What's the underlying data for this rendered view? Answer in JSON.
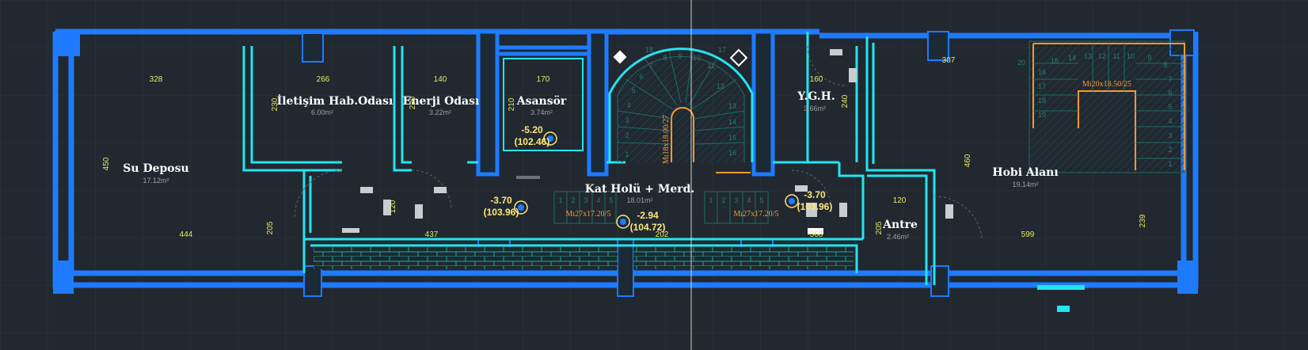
{
  "colors": {
    "background": "#212830",
    "grid": "#2b333c",
    "wall_outer": "#1e7bff",
    "wall_inner": "#22e5f0",
    "dimension_text": "#e8e860",
    "level_text": "#ffe97a",
    "stair_line": "#ff9a2e",
    "stair_hatch": "#1f6e66",
    "room_label": "#ffffff",
    "area_label": "#9aa0a6"
  },
  "rooms": [
    {
      "id": "su-deposu",
      "name": "Su Deposu",
      "area": "17.12m²"
    },
    {
      "id": "iletisim",
      "name": "İletişim Hab.Odası",
      "area": "6.00m²"
    },
    {
      "id": "enerji",
      "name": "Enerji Odası",
      "area": "3.22m²"
    },
    {
      "id": "asansor",
      "name": "Asansör",
      "area": "3.74m²"
    },
    {
      "id": "kat-holu",
      "name": "Kat Holü + Merd.",
      "area": "18.01m²"
    },
    {
      "id": "ygh",
      "name": "Y.G.H.",
      "area": "3.66m²"
    },
    {
      "id": "hobi",
      "name": "Hobi Alanı",
      "area": "19.14m²"
    },
    {
      "id": "antre",
      "name": "Antre",
      "area": "2.46m²"
    }
  ],
  "dimensions": [
    "328",
    "266",
    "140",
    "170",
    "160",
    "307",
    "230",
    "230",
    "210",
    "240",
    "450",
    "460",
    "239",
    "205",
    "205",
    "120",
    "120",
    "444",
    "437",
    "202",
    "368",
    "599"
  ],
  "levels": [
    {
      "id": "asansor",
      "value": "-5.20",
      "abs": "(102.46)"
    },
    {
      "id": "hall-left",
      "value": "-3.70",
      "abs": "(103.96)"
    },
    {
      "id": "hall-center",
      "value": "-2.94",
      "abs": "(104.72)"
    },
    {
      "id": "hall-right",
      "value": "-3.70",
      "abs": "(103.96)"
    }
  ],
  "stair_notes": [
    "Mı18x18.00/27",
    "Mı27x17.20/5",
    "Mı27x17.20/5",
    "Mı20x18.50/25"
  ],
  "stair_numbers": {
    "central": [
      "1",
      "2",
      "3",
      "4",
      "5",
      "6",
      "7",
      "8",
      "9",
      "10",
      "11",
      "12",
      "13",
      "14",
      "15",
      "16",
      "17",
      "18"
    ],
    "hall_left": [
      "1",
      "2",
      "3",
      "4",
      "5"
    ],
    "hall_right": [
      "1",
      "2",
      "3",
      "4",
      "5"
    ],
    "hobi": [
      "1",
      "2",
      "3",
      "4",
      "5",
      "6",
      "7",
      "8",
      "9",
      "10",
      "11",
      "12",
      "13",
      "14",
      "15",
      "16",
      "17",
      "18",
      "19",
      "20"
    ]
  }
}
